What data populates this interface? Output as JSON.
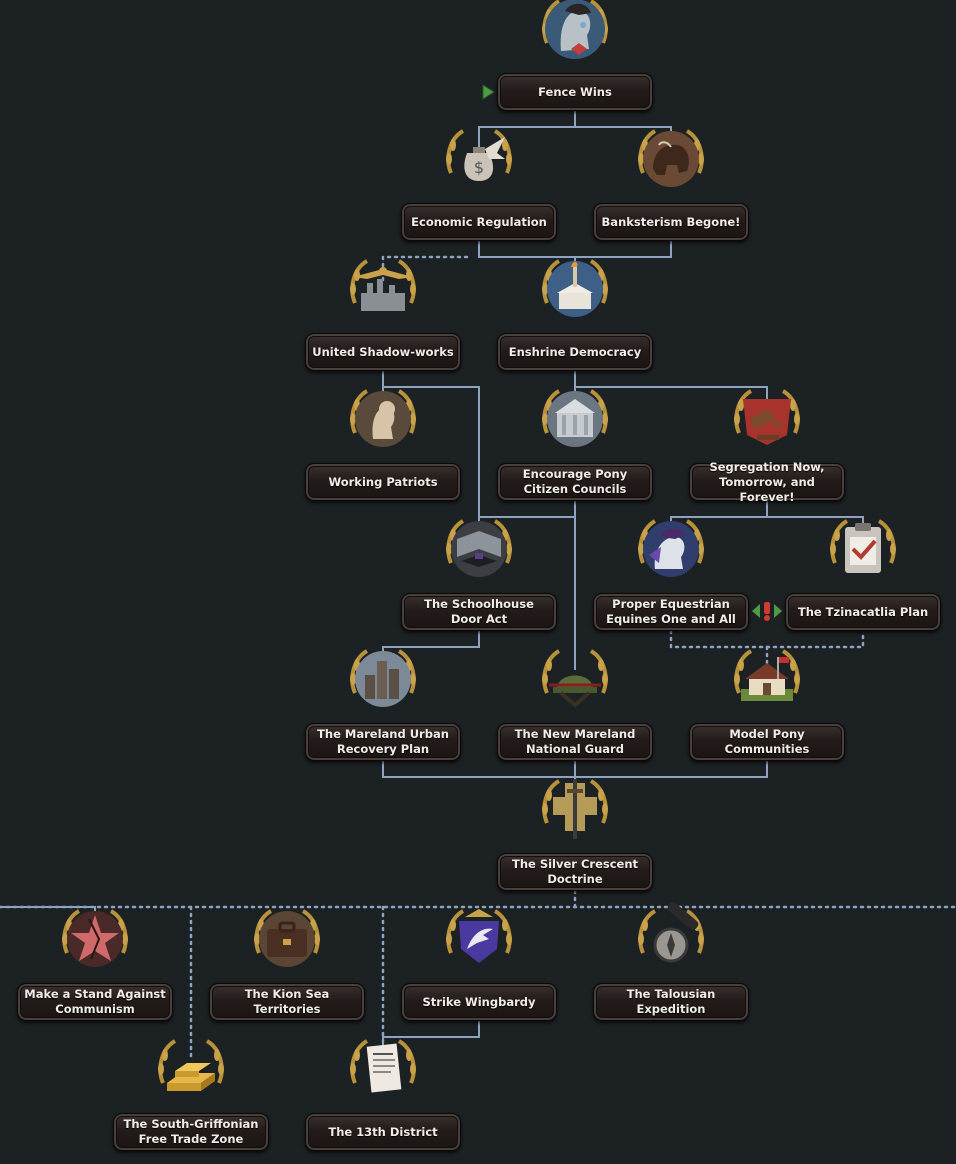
{
  "focus_tree": {
    "nodes": [
      {
        "id": "fence_wins",
        "label": "Fence Wins",
        "icon": "pony-portrait-icon"
      },
      {
        "id": "economic_regulation",
        "label": "Economic Regulation",
        "icon": "money-bag-eagle-icon"
      },
      {
        "id": "banksterism_begone",
        "label": "Banksterism Begone!",
        "icon": "bison-icon"
      },
      {
        "id": "united_shadow_works",
        "label": "United Shadow-works",
        "icon": "industry-eagle-icon"
      },
      {
        "id": "enshrine_democracy",
        "label": "Enshrine Democracy",
        "icon": "capitol-torch-icon"
      },
      {
        "id": "working_patriots",
        "label": "Working Patriots",
        "icon": "worker-pony-icon"
      },
      {
        "id": "encourage_pony_citizen_councils",
        "label": "Encourage Pony Citizen Councils",
        "icon": "senate-building-icon"
      },
      {
        "id": "segregation_now",
        "label": "Segregation Now, Tomorrow, and Forever!",
        "icon": "gavel-icon"
      },
      {
        "id": "schoolhouse_door_act",
        "label": "The Schoolhouse Door Act",
        "icon": "book-graduation-icon"
      },
      {
        "id": "proper_equestrian_equines",
        "label": "Proper Equestrian Equines One and All",
        "icon": "pony-purple-icon"
      },
      {
        "id": "tzinacatlia_plan",
        "label": "The Tzinacatlia Plan",
        "icon": "clipboard-check-icon"
      },
      {
        "id": "mareland_urban_recovery",
        "label": "The Mareland Urban Recovery Plan",
        "icon": "city-icon"
      },
      {
        "id": "new_mareland_national_guard",
        "label": "The New Mareland National Guard",
        "icon": "soldier-helmet-icon"
      },
      {
        "id": "model_pony_communities",
        "label": "Model Pony Communities",
        "icon": "suburban-house-icon"
      },
      {
        "id": "silver_crescent_doctrine",
        "label": "The Silver Crescent Doctrine",
        "icon": "sword-cross-icon"
      },
      {
        "id": "stand_against_communism",
        "label": "Make a Stand Against Communism",
        "icon": "broken-red-star-icon"
      },
      {
        "id": "kion_sea_territories",
        "label": "The Kion Sea Territories",
        "icon": "briefcase-icon"
      },
      {
        "id": "strike_wingbardy",
        "label": "Strike Wingbardy",
        "icon": "griffon-shield-icon"
      },
      {
        "id": "talousian_expedition",
        "label": "The Talousian Expedition",
        "icon": "compass-telescope-icon"
      },
      {
        "id": "south_griffonian_free_trade",
        "label": "The South-Griffonian Free Trade Zone",
        "icon": "gold-bars-icon"
      },
      {
        "id": "the_13th_district",
        "label": "The 13th District",
        "icon": "document-scroll-icon"
      }
    ],
    "available_marker": "play-arrow-icon",
    "exclusive_marker": "mutually-exclusive-icon",
    "colors": {
      "background": "#1c2124",
      "line": "#8ea3c0",
      "label_text": "#f1ede6",
      "available_arrow": "#4f9a43",
      "exclusive_red": "#d23a2f"
    }
  }
}
